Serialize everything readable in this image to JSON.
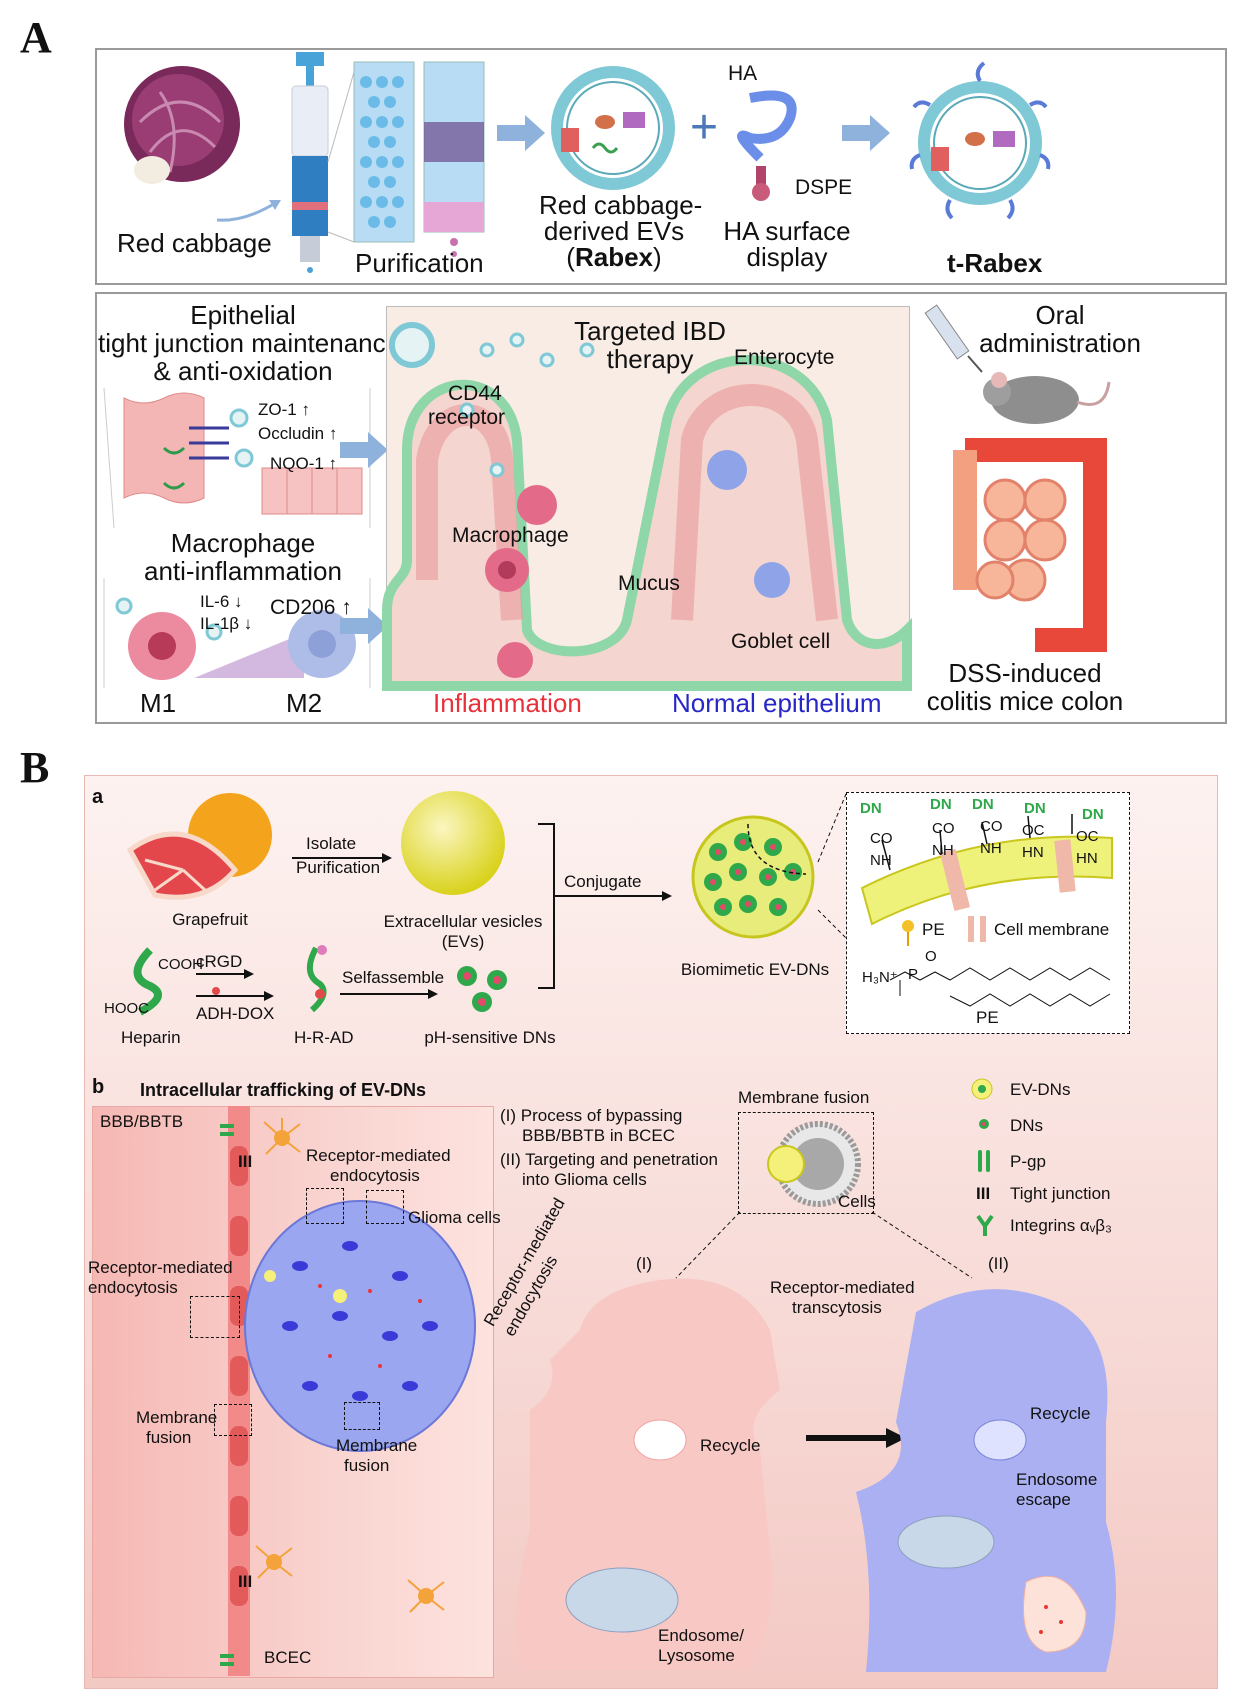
{
  "panels": {
    "a": "A",
    "b": "B"
  },
  "panelA": {
    "top": {
      "red_cabbage": "Red cabbage",
      "purification": "Purification",
      "evs_line1": "Red cabbage-",
      "evs_line2": "derived EVs",
      "evs_paren_open": "(",
      "evs_name": "Rabex",
      "evs_paren_close": ")",
      "plus": "+",
      "ha": "HA",
      "dspe": "DSPE",
      "ha_display_1": "HA surface",
      "ha_display_2": "display",
      "t_rabex": "t-Rabex"
    },
    "bottom": {
      "epi_1": "Epithelial",
      "epi_2": "tight junction maintenance",
      "epi_3": "& anti-oxidation",
      "zo1": "ZO-1 ↑",
      "occludin": "Occludin ↑",
      "nqo1": "NQO-1 ↑",
      "mac_1": "Macrophage",
      "mac_2": "anti-inflammation",
      "il6": "IL-6 ↓",
      "il1b": "IL-1β ↓",
      "cd206": "CD206 ↑",
      "m1": "M1",
      "m2": "M2",
      "targeted_1": "Targeted IBD",
      "targeted_2": "therapy",
      "cd44_1": "CD44",
      "cd44_2": "receptor",
      "enterocyte": "Enterocyte",
      "macrophage": "Macrophage",
      "mucus": "Mucus",
      "goblet": "Goblet cell",
      "inflammation": "Inflammation",
      "normal": "Normal epithelium",
      "oral_1": "Oral",
      "oral_2": "administration",
      "dss_1": "DSS-induced",
      "dss_2": "colitis mice colon"
    },
    "colors": {
      "inflammation": "#e8313a",
      "normal": "#2727c8",
      "ev_membrane": "#7fc9d6",
      "arrow": "#8fb2dc"
    }
  },
  "panelB": {
    "a": {
      "label": "a",
      "grapefruit": "Grapefruit",
      "isolate": "Isolate",
      "purification": "Purification",
      "evs_1": "Extracellular vesicles",
      "evs_2": "(EVs)",
      "conjugate": "Conjugate",
      "biomimetic": "Biomimetic EV-DNs",
      "cooh": "COOH",
      "hooc": "HOOC",
      "heparin": "Heparin",
      "crgd": "cRGD",
      "adh_dox": "ADH-DOX",
      "selfassemble": "Selfassemble",
      "hrad": "H-R-AD",
      "ph_dns": "pH-sensitive DNs",
      "dn": "DN",
      "co": "CO",
      "nh": "NH",
      "oc": "OC",
      "hn": "HN",
      "pe": "PE",
      "cell_membrane": "Cell membrane",
      "pe_struct": "PE",
      "h3n": "H₃N⁺",
      "p": "P",
      "o": "O"
    },
    "b": {
      "label": "b",
      "title": "Intracellular trafficking of EV-DNs",
      "bbb": "BBB/BBTB",
      "rme_top_1": "Receptor-mediated",
      "rme_top_2": "endocytosis",
      "glioma": "Glioma cells",
      "rme_left_1": "Receptor-mediated",
      "rme_left_2": "endocytosis",
      "mf_left_1": "Membrane",
      "mf_left_2": "fusion",
      "mf_mid_1": "Membrane",
      "mf_mid_2": "fusion",
      "bcec": "BCEC",
      "process_1": "(I) Process of bypassing",
      "process_2": "BBB/BBTB in BCEC",
      "process_3": "(II) Targeting and penetration",
      "process_4": "into Glioma cells",
      "membrane_fusion": "Membrane fusion",
      "cells": "Cells",
      "roman_1": "(I)",
      "roman_2": "(II)",
      "rme_rot_1": "Receptor-mediated",
      "rme_rot_2": "endocytosis",
      "rmt_1": "Receptor-mediated",
      "rmt_2": "transcytosis",
      "recycle_1": "Recycle",
      "recycle_2": "Recycle",
      "endo_lys_1": "Endosome/",
      "endo_lys_2": "Lysosome",
      "endo_esc_1": "Endosome",
      "endo_esc_2": "escape",
      "tight": "III"
    },
    "legend": [
      {
        "label": "EV-DNs",
        "icon": "ev-dns-icon"
      },
      {
        "label": "DNs",
        "icon": "dns-icon"
      },
      {
        "label": "P-gp",
        "icon": "pgp-icon"
      },
      {
        "label": "Tight junction",
        "icon": "tight-junction-icon"
      },
      {
        "label": "Integrins αᵥβ₃",
        "icon": "integrin-icon"
      }
    ],
    "colors": {
      "bg": "#f6d2cf",
      "red_cell": "#f07e7e",
      "blue_cell": "#aab0f2",
      "green": "#2ea84a"
    }
  }
}
